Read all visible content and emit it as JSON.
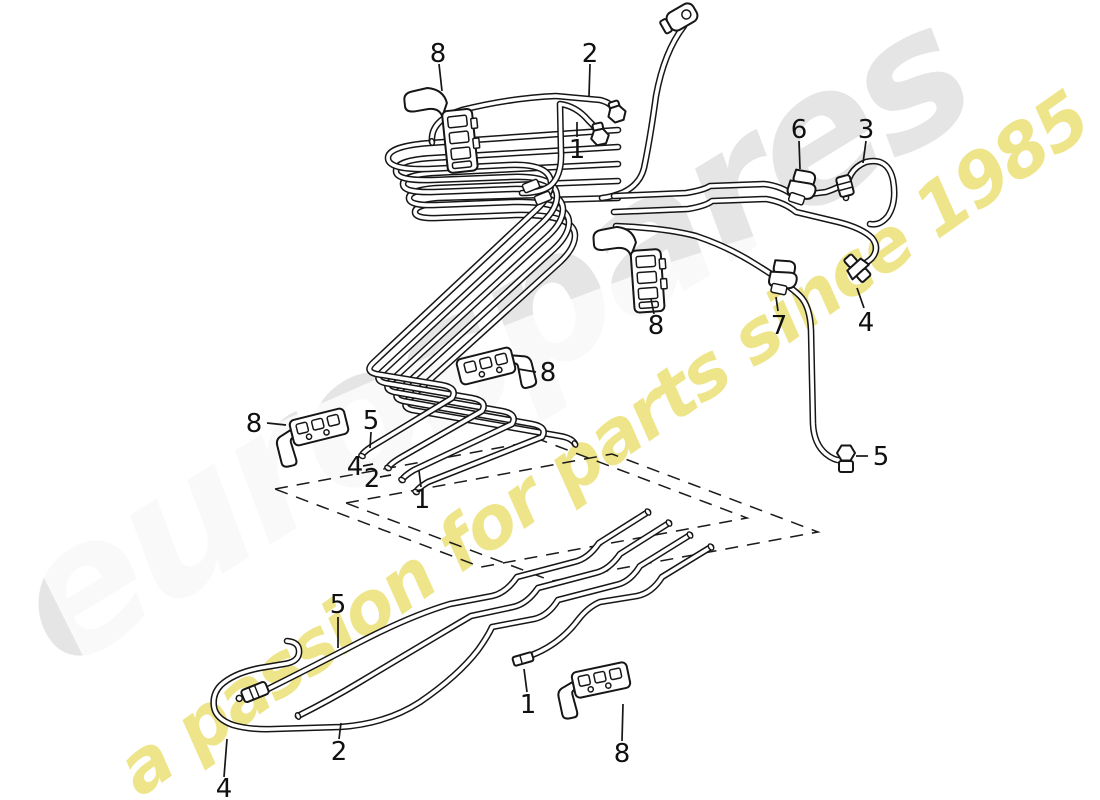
{
  "title": "fuel system lines parts diagram",
  "watermarks": {
    "gray": "eurospares",
    "yellow": "a passion for parts since 1985"
  },
  "colors": {
    "line": "#161616",
    "background": "#ffffff",
    "watermark_gray": "#e5e5e5",
    "watermark_yellow": "#ece27a"
  },
  "callouts": [
    {
      "label": "8"
    },
    {
      "label": "2"
    },
    {
      "label": "6"
    },
    {
      "label": "3"
    },
    {
      "label": "1"
    },
    {
      "label": "8"
    },
    {
      "label": "7"
    },
    {
      "label": "4"
    },
    {
      "label": "8"
    },
    {
      "label": "8"
    },
    {
      "label": "5"
    },
    {
      "label": "4"
    },
    {
      "label": "2"
    },
    {
      "label": "1"
    },
    {
      "label": "5"
    },
    {
      "label": "5"
    },
    {
      "label": "1"
    },
    {
      "label": "2"
    },
    {
      "label": "8"
    },
    {
      "label": "4"
    }
  ]
}
